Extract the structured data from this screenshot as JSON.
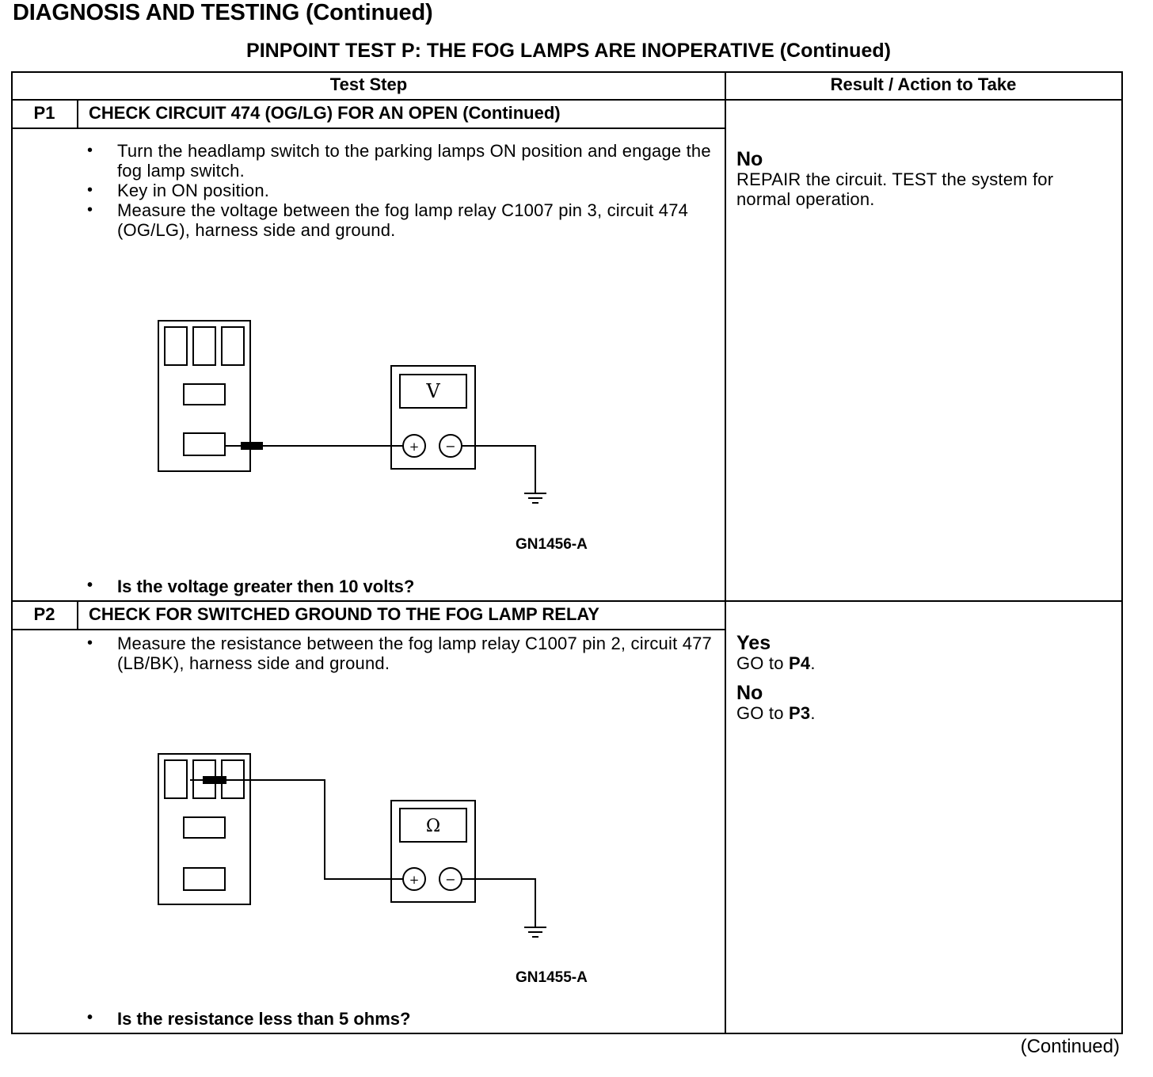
{
  "header": {
    "title": "DIAGNOSIS AND TESTING (Continued)",
    "subtitle": "PINPOINT TEST P: THE FOG LAMPS ARE INOPERATIVE (Continued)"
  },
  "table": {
    "col_test_step": "Test Step",
    "col_result": "Result / Action to Take"
  },
  "steps": [
    {
      "id": "P1",
      "title": "CHECK CIRCUIT 474 (OG/LG) FOR AN OPEN (Continued)",
      "bullets": [
        "Turn the headlamp switch to the parking lamps ON position and engage the fog lamp switch.",
        "Key in ON position.",
        "Measure the voltage between the fog lamp relay C1007 pin 3, circuit 474 (OG/LG), harness side and ground."
      ],
      "figure": {
        "meter_symbol": "V",
        "plus": "+",
        "minus": "−",
        "figure_id": "GN1456-A"
      },
      "question": "Is the voltage greater then 10 volts?",
      "results": [
        {
          "label": "No",
          "text": "REPAIR the circuit. TEST the system for normal operation."
        }
      ]
    },
    {
      "id": "P2",
      "title": "CHECK FOR SWITCHED GROUND TO THE FOG LAMP RELAY",
      "bullets": [
        "Measure the resistance between the fog lamp relay C1007 pin 2, circuit 477 (LB/BK), harness side and ground."
      ],
      "figure": {
        "meter_symbol": "Ω",
        "plus": "+",
        "minus": "−",
        "figure_id": "GN1455-A"
      },
      "question": "Is the resistance less than 5 ohms?",
      "results": [
        {
          "label": "Yes",
          "text_prefix": "GO to ",
          "target": "P4",
          "text_suffix": "."
        },
        {
          "label": "No",
          "text_prefix": "GO to ",
          "target": "P3",
          "text_suffix": "."
        }
      ]
    }
  ],
  "footer": {
    "continued": "(Continued)"
  }
}
